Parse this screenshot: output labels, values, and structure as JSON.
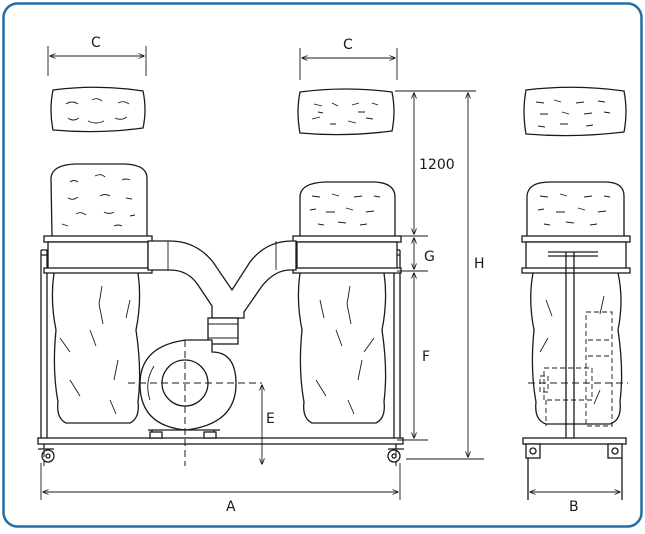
{
  "colors": {
    "frame_border": "#1f6fa3",
    "line": "#1a1a1a",
    "background": "#ffffff"
  },
  "labels": {
    "width_total": "A",
    "width_side": "B",
    "bag_width_left": "C",
    "bag_width_right": "C",
    "inlet_height": "E",
    "lower_bag_height": "F",
    "ring_height": "G",
    "total_height": "H",
    "filter_clearance": "1200"
  }
}
